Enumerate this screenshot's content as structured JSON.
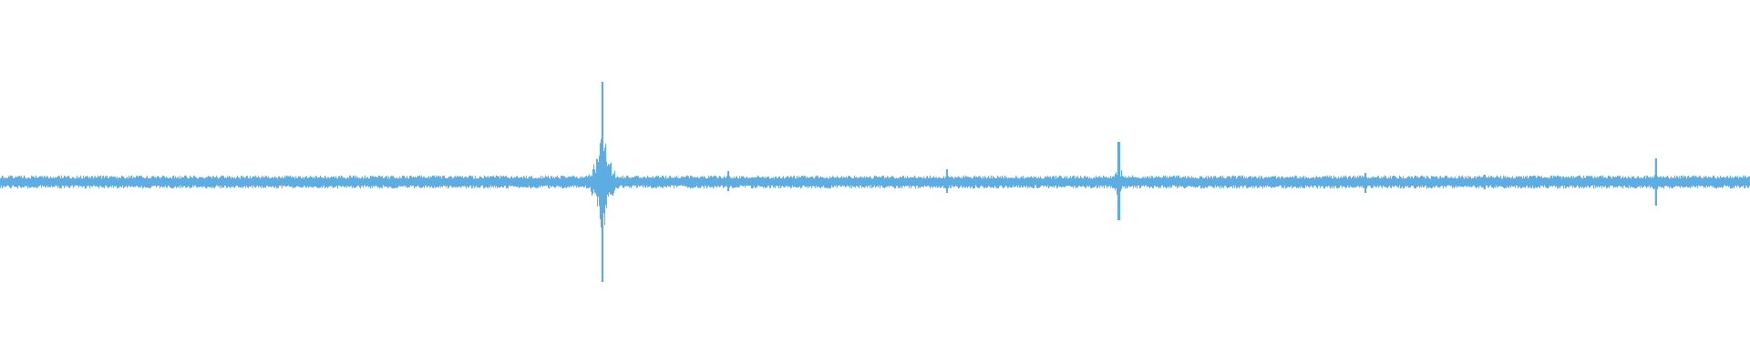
{
  "chart_data": {
    "type": "waveform",
    "title": "",
    "xlabel": "",
    "ylabel": "",
    "axes_visible": false,
    "grid": false,
    "color": "#5dade2",
    "background": "#ffffff",
    "ylim": [
      -1,
      1
    ],
    "xlim": [
      0,
      1
    ],
    "baseline_amplitude": 0.03,
    "peaks": [
      {
        "t": 0.344,
        "pos": 0.55,
        "neg": 0.55,
        "decay": 0.004
      },
      {
        "t": 0.416,
        "pos": 0.06,
        "neg": 0.05,
        "decay": 0.003
      },
      {
        "t": 0.541,
        "pos": 0.07,
        "neg": 0.06,
        "decay": 0.004
      },
      {
        "t": 0.639,
        "pos": 0.22,
        "neg": 0.21,
        "decay": 0.002
      },
      {
        "t": 0.78,
        "pos": 0.05,
        "neg": 0.06,
        "decay": 0.002
      },
      {
        "t": 0.848,
        "pos": 0.04,
        "neg": 0.04,
        "decay": 0.004
      },
      {
        "t": 0.946,
        "pos": 0.13,
        "neg": 0.13,
        "decay": 0.002
      }
    ]
  }
}
